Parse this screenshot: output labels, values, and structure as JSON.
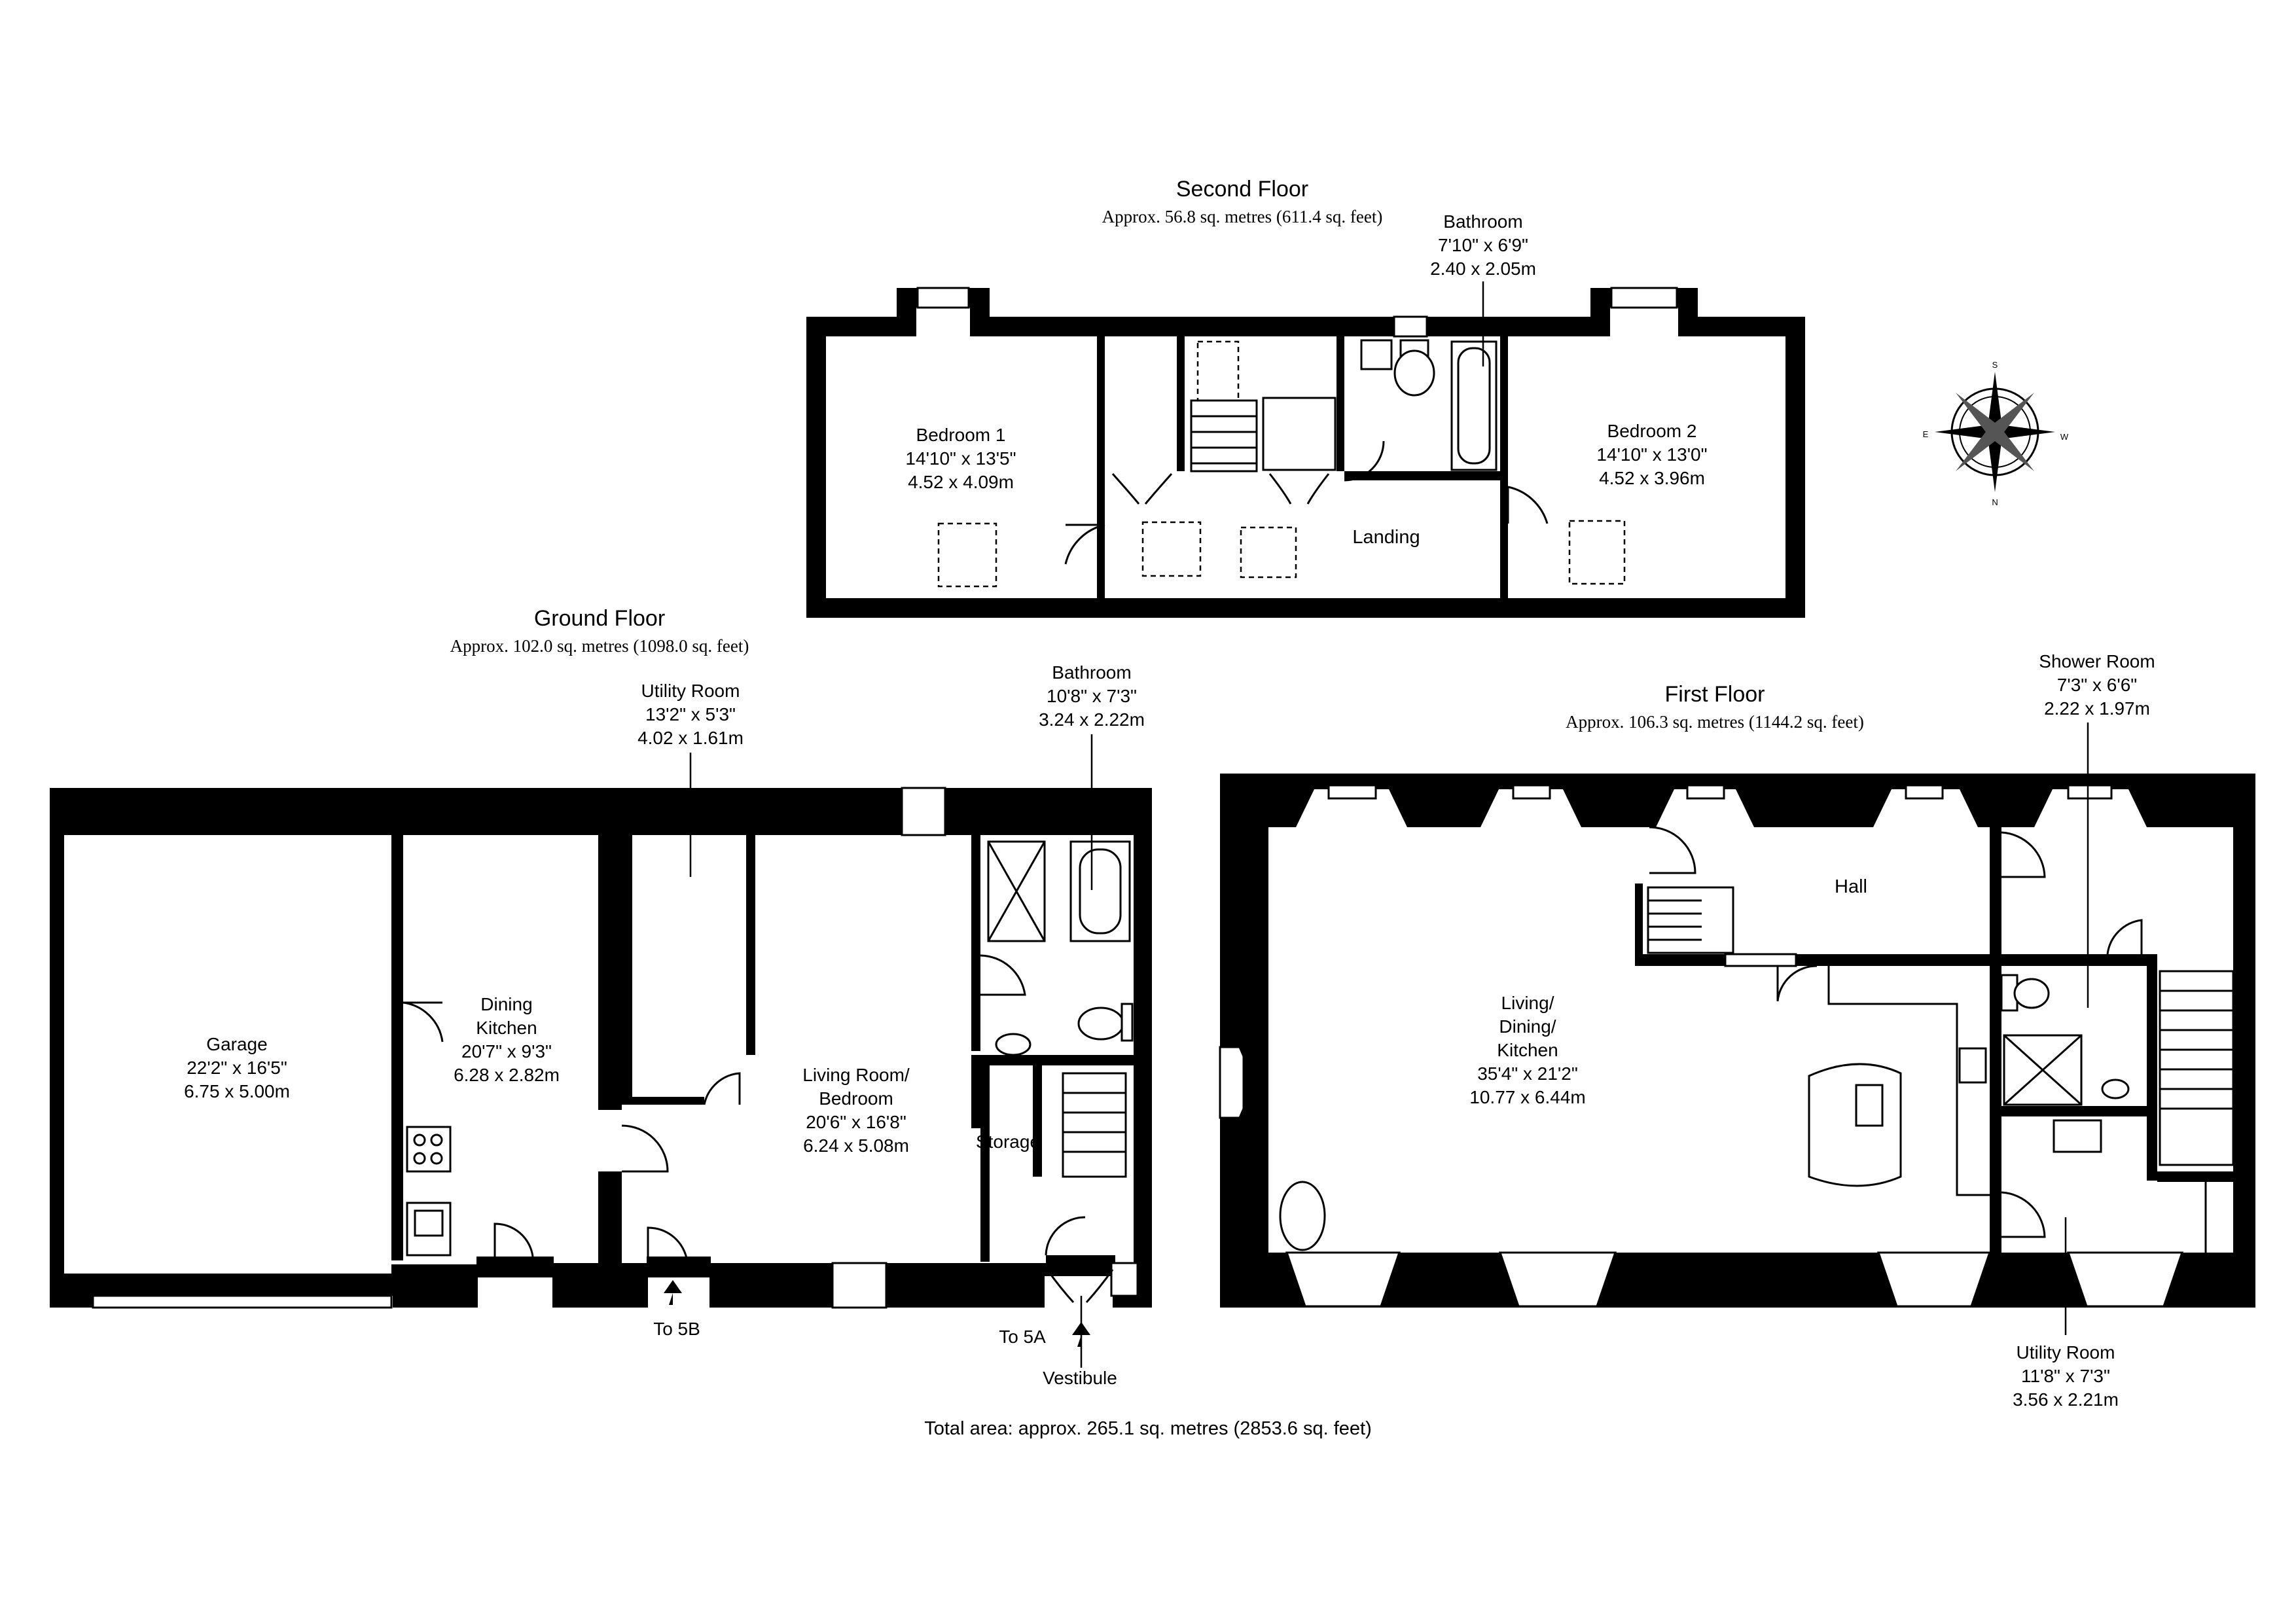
{
  "floors": {
    "second": {
      "title": "Second Floor",
      "area": "Approx. 56.8 sq. metres (611.4 sq. feet)",
      "rooms": {
        "bedroom1": [
          "Bedroom 1",
          "14'10\" x 13'5\"",
          "4.52 x 4.09m"
        ],
        "bathroom": [
          "Bathroom",
          "7'10\" x 6'9\"",
          "2.40 x 2.05m"
        ],
        "bedroom2": [
          "Bedroom 2",
          "14'10\" x 13'0\"",
          "4.52 x 3.96m"
        ],
        "landing": [
          "Landing"
        ]
      }
    },
    "ground": {
      "title": "Ground Floor",
      "area": "Approx. 102.0 sq. metres (1098.0 sq. feet)",
      "rooms": {
        "utility": [
          "Utility Room",
          "13'2\" x 5'3\"",
          "4.02 x 1.61m"
        ],
        "bathroom": [
          "Bathroom",
          "10'8\" x 7'3\"",
          "3.24 x 2.22m"
        ],
        "garage": [
          "Garage",
          "22'2\" x 16'5\"",
          "6.75 x 5.00m"
        ],
        "dining_kitchen": [
          "Dining",
          "Kitchen",
          "20'7\" x 9'3\"",
          "6.28 x 2.82m"
        ],
        "living_bedroom": [
          "Living Room/",
          "Bedroom",
          "20'6\" x 16'8\"",
          "6.24 x 5.08m"
        ],
        "storage": [
          "Storage"
        ],
        "vestibule": [
          "Vestibule"
        ]
      },
      "exits": {
        "to5b": "To 5B",
        "to5a": "To 5A"
      }
    },
    "first": {
      "title": "First Floor",
      "area": "Approx. 106.3 sq. metres (1144.2 sq. feet)",
      "rooms": {
        "shower": [
          "Shower Room",
          "7'3\" x 6'6\"",
          "2.22 x 1.97m"
        ],
        "hall": [
          "Hall"
        ],
        "living": [
          "Living/",
          "Dining/",
          "Kitchen",
          "35'4\" x 21'2\"",
          "10.77 x 6.44m"
        ],
        "utility": [
          "Utility Room",
          "11'8\" x 7'3\"",
          "3.56 x 2.21m"
        ]
      }
    }
  },
  "total_area": "Total area: approx. 265.1 sq. metres (2853.6 sq. feet)",
  "compass": {
    "letters": [
      "S",
      "W",
      "N",
      "E"
    ]
  }
}
